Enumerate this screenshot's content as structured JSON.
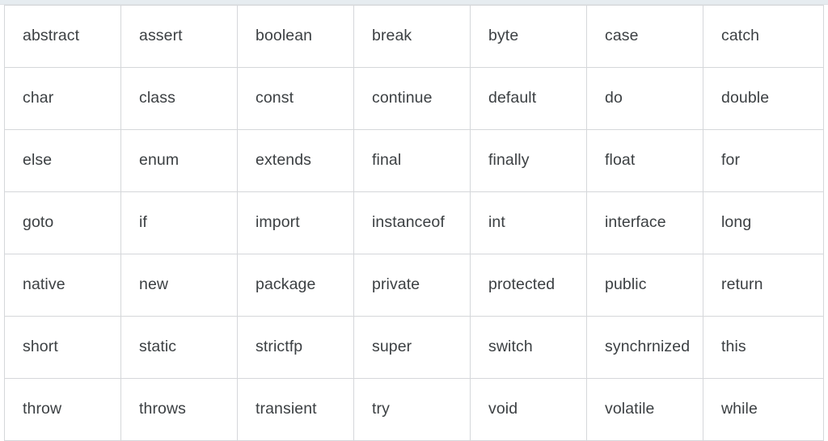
{
  "document": {
    "type": "keyword-reference-table",
    "subject": "Java reserved keywords",
    "columns": 7,
    "rows": 7,
    "colors": {
      "page_background": "#ffffff",
      "cell_border": "#d5d7da",
      "text": "#3c4043",
      "top_band": "#e6ecf0",
      "top_rule": "#dfe3e6"
    }
  },
  "table": {
    "rows": [
      [
        "abstract",
        "assert",
        "boolean",
        "break",
        "byte",
        "case",
        "catch"
      ],
      [
        "char",
        "class",
        "const",
        "continue",
        "default",
        "do",
        "double"
      ],
      [
        "else",
        "enum",
        "extends",
        "final",
        "finally",
        "float",
        "for"
      ],
      [
        "goto",
        "if",
        "import",
        "instanceof",
        "int",
        "interface",
        "long"
      ],
      [
        "native",
        "new",
        "package",
        "private",
        "protected",
        "public",
        "return"
      ],
      [
        "short",
        "static",
        "strictfp",
        "super",
        "switch",
        "synchrnized",
        "this"
      ],
      [
        "throw",
        "throws",
        "transient",
        "try",
        "void",
        "volatile",
        "while"
      ]
    ]
  }
}
